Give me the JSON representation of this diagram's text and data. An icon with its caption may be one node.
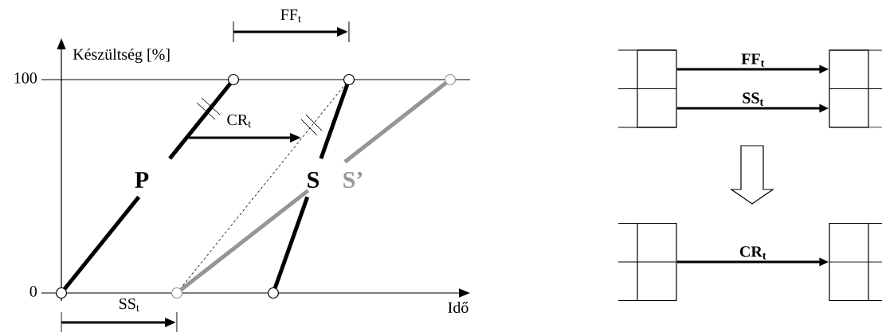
{
  "diagram": {
    "nodes": [
      {
        "text": [],
        "shape": "box"
      },
      {
        "text": [],
        "shape": "box"
      },
      {
        "text": [],
        "shape": "box"
      },
      {
        "text": [],
        "shape": "box"
      }
    ],
    "edges": [
      {
        "from": 0,
        "to": 1,
        "arrow": "to",
        "label": "FF$_{t}$"
      },
      {
        "from": 0,
        "to": 1,
        "arrow": "to",
        "label": "SS$_{t}$"
      },
      {
        "from": 2,
        "to": 3,
        "arrow": "to",
        "label": "CR$_{t}$"
      }
    ],
    "labels": [
      "FF$_{t}$",
      "Készültség [%]",
      "100",
      "CR$_{t}$",
      "P",
      "S",
      "S’",
      "0",
      "SS$_{t}$",
      "Idő"
    ]
  }
}
